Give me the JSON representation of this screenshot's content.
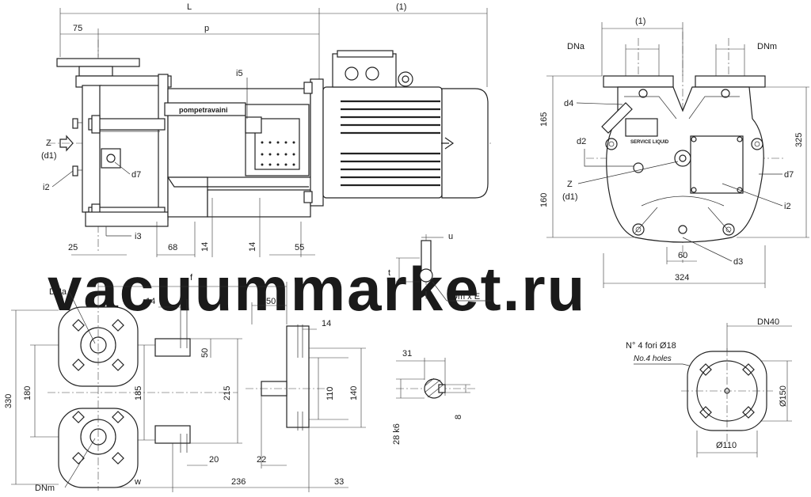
{
  "watermark": "vacuummarket.ru",
  "brand_plate": "pompetravaini",
  "side_view": {
    "dim_L": "L",
    "dim_1": "(1)",
    "dim_75": "75",
    "dim_p": "p",
    "dim_25": "25",
    "dim_68": "68",
    "dim_14a": "14",
    "dim_14b": "14",
    "dim_55": "55",
    "label_i5": "i5",
    "label_z": "Z",
    "label_d1": "(d1)",
    "label_i2": "i2",
    "label_d7": "d7",
    "label_i3": "i3"
  },
  "end_view": {
    "dim_1": "(1)",
    "label_dna": "DNa",
    "label_dnm": "DNm",
    "label_d4": "d4",
    "label_d2": "d2",
    "label_z": "Z",
    "label_d1": "(d1)",
    "label_d7": "d7",
    "label_i2": "i2",
    "label_d3": "d3",
    "dim_165": "165",
    "dim_160": "160",
    "dim_325": "325",
    "dim_60": "60",
    "dim_324": "324",
    "plate_text": "SERVICE LIQUID"
  },
  "key_detail": {
    "label_u": "u",
    "label_t": "t",
    "label_dm": "Dm x E"
  },
  "bottom_view": {
    "dim_f": "f",
    "dim_50a": "50",
    "dim_14a": "14",
    "dim_14b": "14",
    "dim_50b": "50",
    "dim_330": "330",
    "dim_180": "180",
    "dim_185": "185",
    "dim_215": "215",
    "dim_110": "110",
    "dim_140": "140",
    "dim_20": "20",
    "dim_22": "22",
    "dim_w": "w",
    "dim_236": "236",
    "dim_33": "33",
    "label_dna": "DNa",
    "label_dnm": "DNm"
  },
  "shaft_detail": {
    "dim_31": "31",
    "dim_28k6": "28 k6",
    "dim_8": "8"
  },
  "flange_detail": {
    "label_dn40": "DN40",
    "label_holes": "N° 4  fori Ø18",
    "label_holes_en": "No.4 holes",
    "dim_150": "Ø150",
    "dim_110": "Ø110"
  }
}
